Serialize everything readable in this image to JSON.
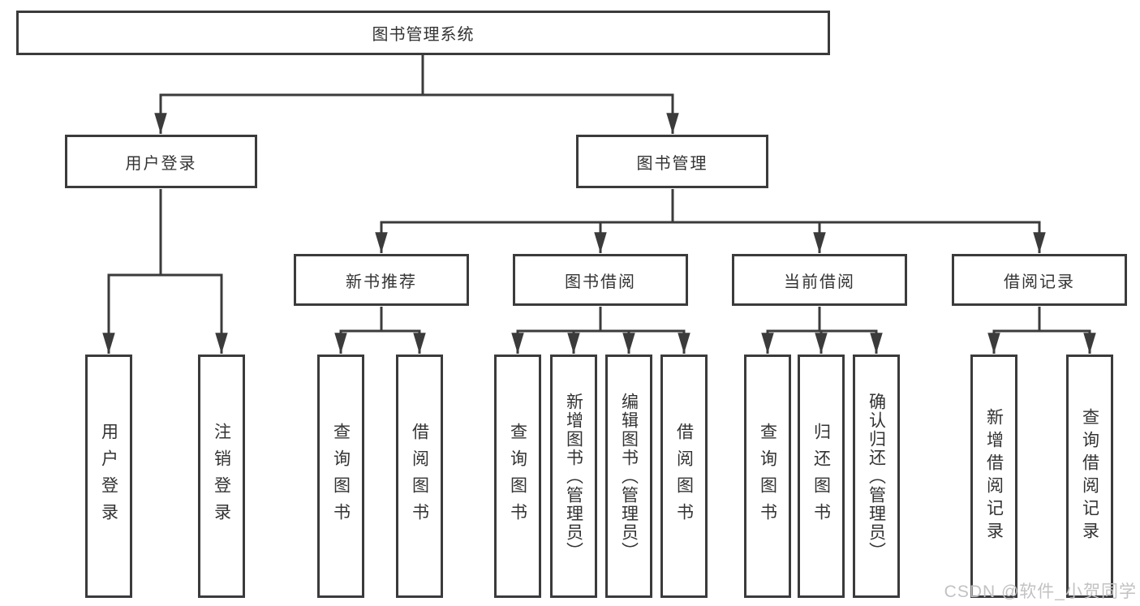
{
  "nodes": {
    "root": "图书管理系统",
    "user_login": "用户登录",
    "book_mgmt": "图书管理",
    "new_book_rec": "新书推荐",
    "book_borrow": "图书借阅",
    "current_borrow": "当前借阅",
    "borrow_records": "借阅记录",
    "leaf_user_login": "用户登录",
    "leaf_logout": "注销登录",
    "leaf_query_book_1": "查询图书",
    "leaf_borrow_book_1": "借阅图书",
    "leaf_query_book_2": "查询图书",
    "leaf_add_book_admin": "新增图书（管理员）",
    "leaf_edit_book_admin": "编辑图书（管理员）",
    "leaf_borrow_book_2": "借阅图书",
    "leaf_query_book_3": "查询图书",
    "leaf_return_book": "归还图书",
    "leaf_confirm_return_admin": "确认归还（管理员）",
    "leaf_add_borrow_record": "新增借阅记录",
    "leaf_query_borrow_record": "查询借阅记录"
  },
  "watermark": "CSDN @软件_小贺同学",
  "colors": {
    "line": "#3b3b3b",
    "text": "#333333",
    "watermark": "#c2c2c2",
    "background": "#ffffff"
  }
}
